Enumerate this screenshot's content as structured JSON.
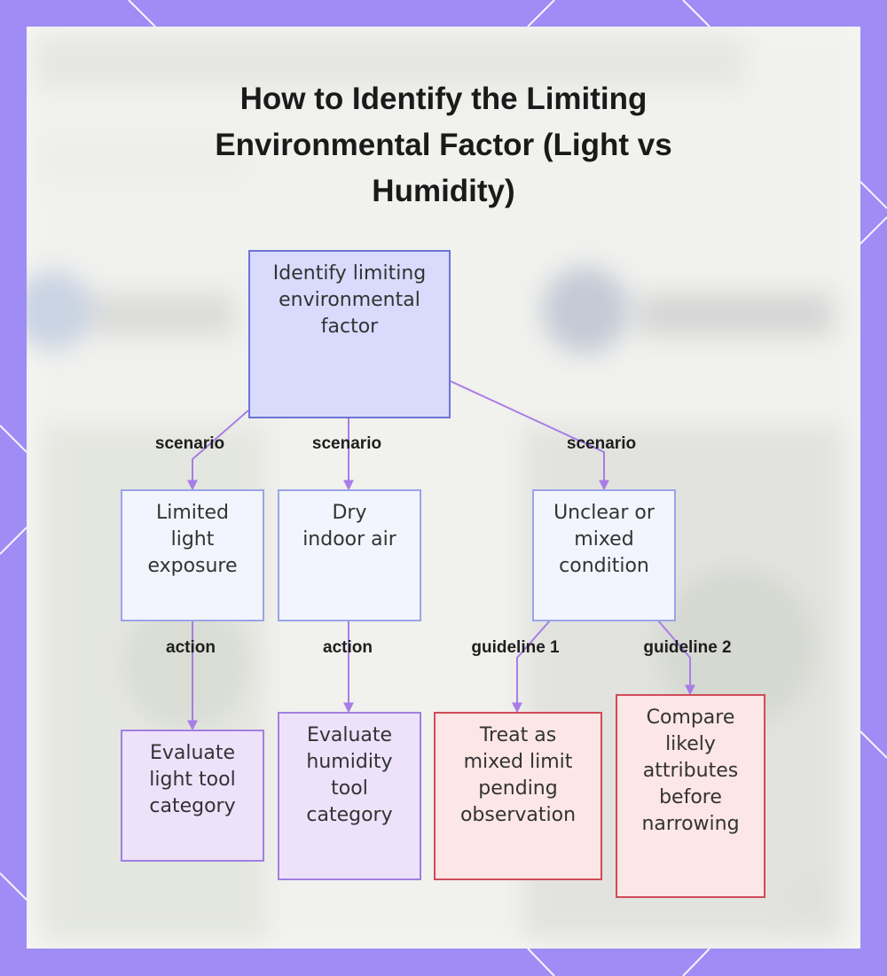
{
  "title": "How to Identify the Limiting Environmental Factor (Light vs Humidity)",
  "colors": {
    "frame": "#a08cf5",
    "root_fill": "#d8dbfc",
    "root_border": "#6e73d8",
    "scenario_fill": "#f3f5fe",
    "action_fill": "#eee2fb",
    "action_border": "#a27fe0",
    "guideline_fill": "#fde6e6",
    "guideline_border": "#d04b57",
    "edge": "#a87de6"
  },
  "nodes": {
    "root": "Identify limiting environmental factor",
    "limited_light": "Limited light exposure",
    "dry_air": "Dry indoor air",
    "unclear": "Unclear or mixed condition",
    "eval_light": "Evaluate light tool category",
    "eval_humidity": "Evaluate humidity tool category",
    "treat_mixed": "Treat as mixed limit pending observation",
    "compare": "Compare likely attributes before narrowing"
  },
  "edges": {
    "root_to_light": "scenario",
    "root_to_dry": "scenario",
    "root_to_unclear": "scenario",
    "light_to_eval": "action",
    "dry_to_eval": "action",
    "unclear_to_treat": "guideline 1",
    "unclear_to_compare": "guideline 2"
  }
}
